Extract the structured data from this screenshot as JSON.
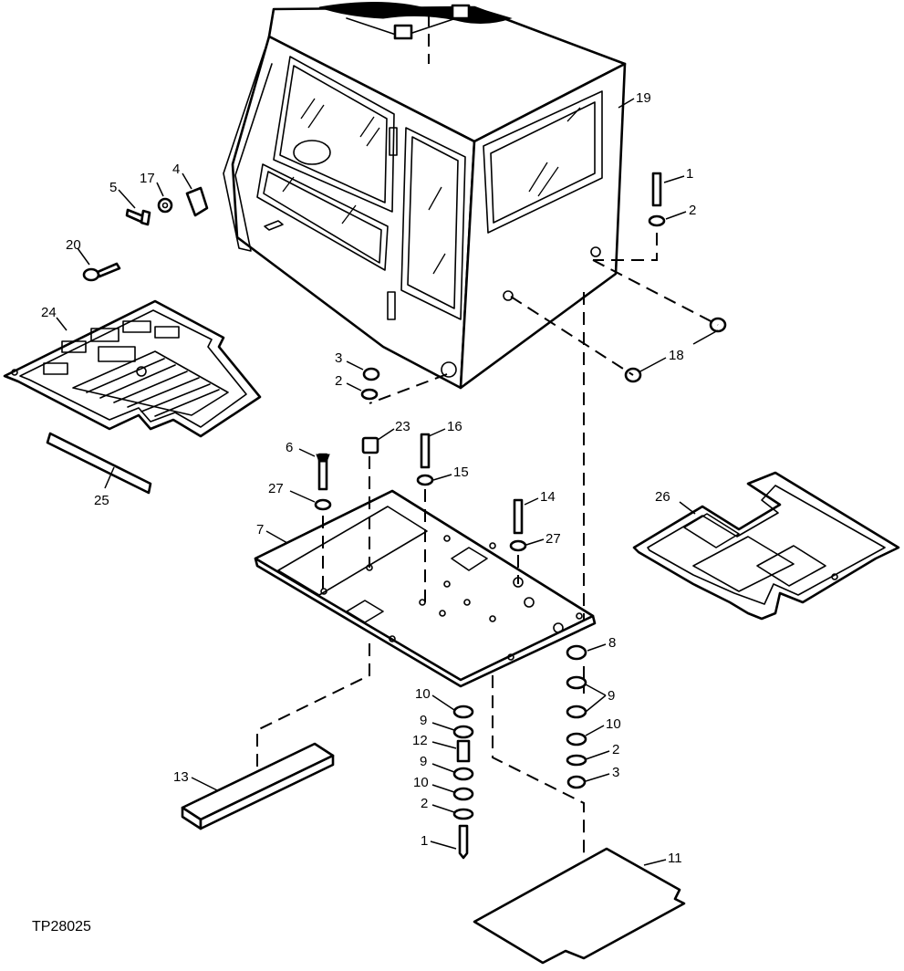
{
  "figure_id": "TP28025",
  "callouts": {
    "c19": "19",
    "c1a": "1",
    "c2a": "2",
    "c18": "18",
    "c5": "5",
    "c17": "17",
    "c4": "4",
    "c20": "20",
    "c24": "24",
    "c3a": "3",
    "c2b": "2",
    "c25": "25",
    "c23": "23",
    "c16": "16",
    "c6": "6",
    "c15": "15",
    "c27a": "27",
    "c14": "14",
    "c27b": "27",
    "c7": "7",
    "c26": "26",
    "c8": "8",
    "c9a": "9",
    "c10a": "10",
    "c2c": "2",
    "c3b": "3",
    "c10b": "10",
    "c9b": "9",
    "c12": "12",
    "c9c": "9",
    "c10c": "10",
    "c2d": "2",
    "c1b": "1",
    "c13": "13",
    "c11": "11"
  }
}
